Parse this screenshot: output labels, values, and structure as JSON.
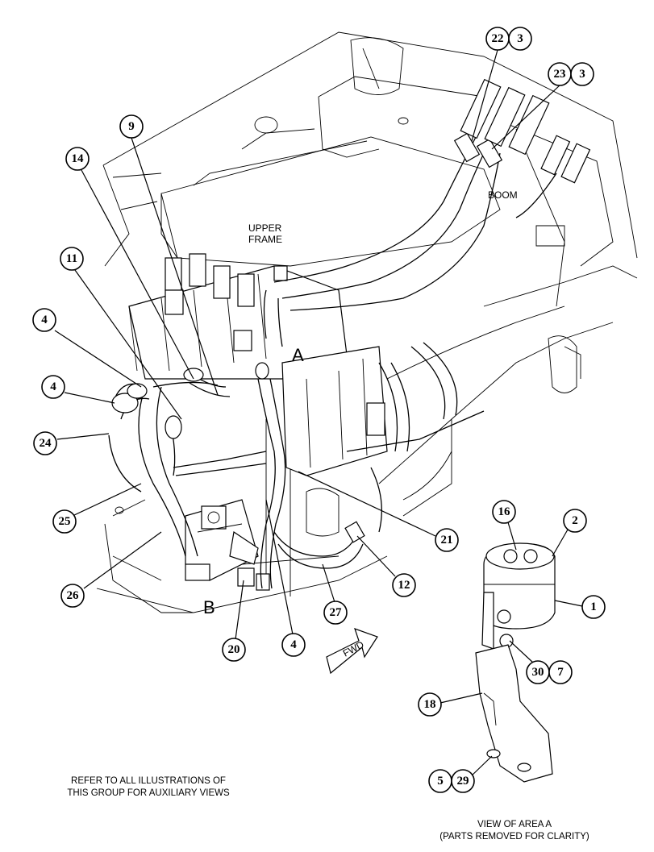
{
  "labels": {
    "upper_frame_1": "UPPER",
    "upper_frame_2": "FRAME",
    "boom": "BOOM",
    "area_a": "A",
    "area_b": "B",
    "fwd": "FWD",
    "refer_note_1": "REFER TO ALL ILLUSTRATIONS OF",
    "refer_note_2": "THIS GROUP FOR AUXILIARY VIEWS",
    "view_area_1": "VIEW OF AREA A",
    "view_area_2": "(PARTS REMOVED FOR CLARITY)"
  },
  "callouts": {
    "c22": "22",
    "c3a": "3",
    "c23": "23",
    "c3b": "3",
    "c9": "9",
    "c14": "14",
    "c11": "11",
    "c4a": "4",
    "c4b": "4",
    "c24": "24",
    "c25": "25",
    "c26": "26",
    "c20": "20",
    "c4c": "4",
    "c27": "27",
    "c12": "12",
    "c21": "21",
    "c16": "16",
    "c2": "2",
    "c1": "1",
    "c30": "30",
    "c7": "7",
    "c18": "18",
    "c5": "5",
    "c29": "29"
  }
}
